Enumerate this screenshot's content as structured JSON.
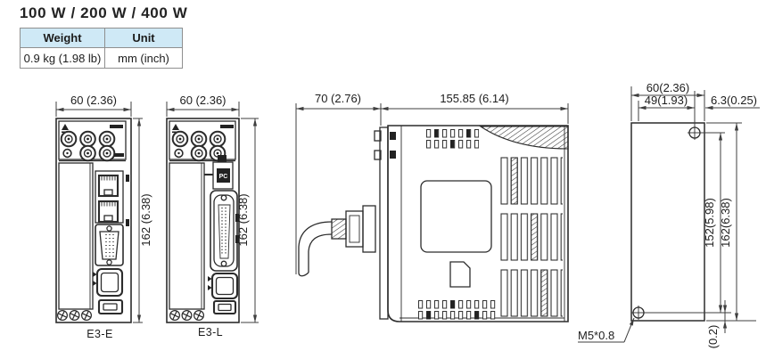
{
  "title": "100 W / 200 W / 400 W",
  "spec_table": {
    "headers": [
      "Weight",
      "Unit"
    ],
    "rows": [
      [
        "0.9 kg (1.98 lb)",
        "mm (inch)"
      ]
    ]
  },
  "colors": {
    "table_header_bg": "#cfe9f6",
    "table_border": "#8f8f8f",
    "drawing_line": "#2c2c2c",
    "dimension_line": "#3f3f3f"
  },
  "views": {
    "front_e3e": {
      "label": "E3-E",
      "width_dim": "60 (2.36)",
      "height_dim": "162 (6.38)"
    },
    "front_e3l": {
      "label": "E3-L",
      "width_dim": "60 (2.36)",
      "height_dim": "162 (6.38)",
      "pc_port_label": "PC"
    },
    "side": {
      "front_clearance_dim": "70 (2.76)",
      "depth_dim": "155.85 (6.14)"
    },
    "rear": {
      "width_dim": "60(2.36)",
      "hole_x_dim": "49(1.93)",
      "hole_edge_dim": "6.3(0.25)",
      "hole_spacing_dim": "152(5.98)",
      "height_dim": "162(6.38)",
      "bottom_offset_dim": "(0.2)",
      "screw_spec": "M5*0.8"
    }
  }
}
